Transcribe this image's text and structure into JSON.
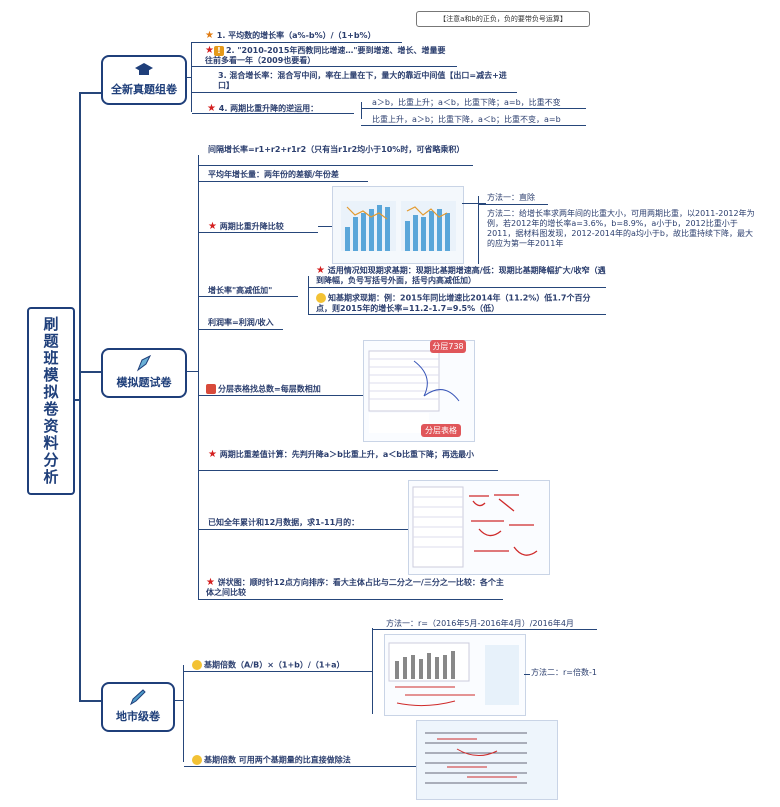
{
  "root": {
    "title": "刷题班模拟卷资料分析"
  },
  "categories": [
    {
      "label": "全新真题组卷",
      "icon": "graduation-cap-icon"
    },
    {
      "label": "模拟题试卷",
      "icon": "fountain-pen-icon"
    },
    {
      "label": "地市级卷",
      "icon": "pencil-icon"
    }
  ],
  "branch1": {
    "callout": "【注意a和b的正负，负的要带负号运算】",
    "item1": "1. 平均数的增长率（a%-b%）/（1+b%）",
    "item2": "2. \"2010-2015年西教同比增速…\"要到增速、增长、增量要往前多看一年（2009也要看）",
    "item3": "3. 混合增长率：混合写中间，率在上量在下，量大的靠近中间值【出口=减去+进口】",
    "item4": "4. 两期比重升降的逆运用：",
    "item4a": "a＞b，比重上升；a＜b，比重下降；a=b，比重不变",
    "item4b": "比重上升，a＞b；比重下降，a＜b；比重不变，a=b"
  },
  "branch2": {
    "item_interval": "间隔增长率=r1+r2+r1r2（只有当r1r2均小于10%时，可省略乘积）",
    "item_avg": "平均年增长量：两年份的差额/年份差",
    "item_compare": "两期比重升降比较",
    "method1": "方法一：直除",
    "method2": "方法二：给增长率求两年间的比重大小，可用两期比重，以2011-2012年为例，若2012年的增长率a=3.6%，b=8.9%，a小于b，2012比重小于2011，据材料图发现，2012-2014年的a均小于b，故比重持续下降，最大的应为第一年2011年",
    "item_growth": "增长率\"高减低加\"",
    "growth1": "适用情况知现期求基期：现期比基期增速高/低：现期比基期降幅扩大/收窄（遇到降幅，负号写括号外面，括号内高减低加）",
    "growth2": "知基期求现期：例：2015年同比增速比2014年（11.2%）低1.7个百分点，则2015年的增长率=11.2-1.7=9.5%（低）",
    "item_profit": "利润率=利润/收入",
    "item_layer": "分层表格找总数=每层数相加",
    "layer_pill_top": "分层738",
    "layer_pill_bottom": "分层表格",
    "item_diff": "两期比重差值计算：先判升降a＞b比重上升，a＜b比重下降；再选最小",
    "item_annual": "已知全年累计和12月数据，求1-11月的：",
    "item_pie": "饼状图：顺时针12点方向排序：看大主体占比与二分之一/三分之一比较：各个主体之间比较"
  },
  "branch3": {
    "item_base": "基期倍数（A/B）×（1+b）/（1+a）",
    "method1": "方法一：r=（2016年5月-2016年4月）/2016年4月",
    "method2": "方法二：r=倍数-1",
    "item_base2": "基期倍数 可用两个基期量的比直接做除法"
  }
}
